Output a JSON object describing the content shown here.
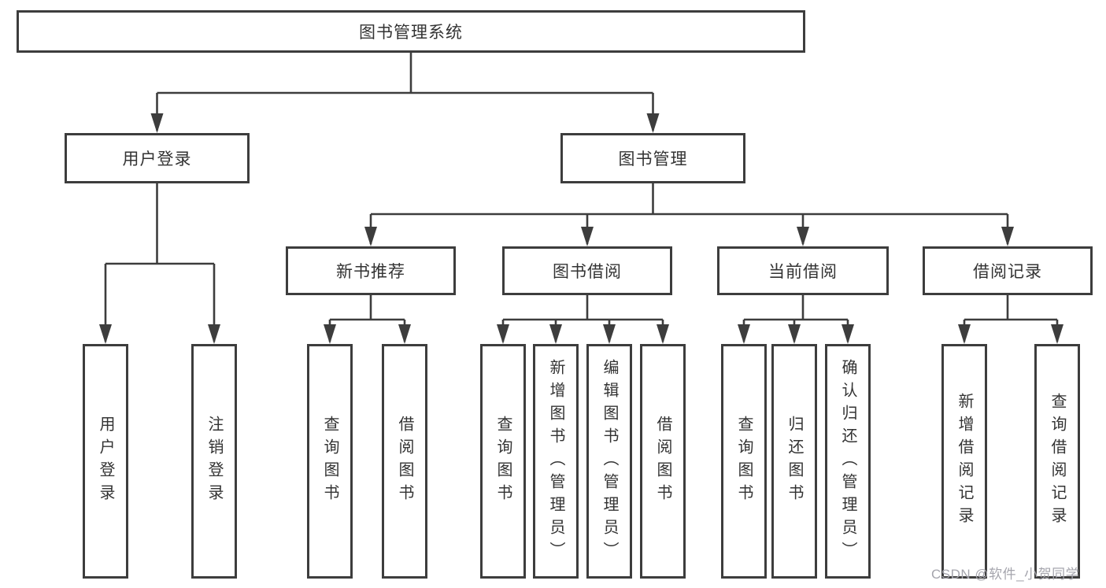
{
  "tree": {
    "root": {
      "label": "图书管理系统",
      "children": [
        {
          "label": "用户登录",
          "children": [
            {
              "label": "用户登录"
            },
            {
              "label": "注销登录"
            }
          ]
        },
        {
          "label": "图书管理",
          "children": [
            {
              "label": "新书推荐",
              "children": [
                {
                  "label": "查询图书"
                },
                {
                  "label": "借阅图书"
                }
              ]
            },
            {
              "label": "图书借阅",
              "children": [
                {
                  "label": "查询图书"
                },
                {
                  "label": "新增图书（管理员）"
                },
                {
                  "label": "编辑图书（管理员）"
                },
                {
                  "label": "借阅图书"
                }
              ]
            },
            {
              "label": "当前借阅",
              "children": [
                {
                  "label": "查询图书"
                },
                {
                  "label": "归还图书"
                },
                {
                  "label": "确认归还（管理员）"
                }
              ]
            },
            {
              "label": "借阅记录",
              "children": [
                {
                  "label": "新增借阅记录"
                },
                {
                  "label": "查询借阅记录"
                }
              ]
            }
          ]
        }
      ]
    }
  },
  "watermark": {
    "text": "CSDN @软件_小贺同学"
  },
  "colors": {
    "line": "#3d3d3d",
    "box_border": "#3d3d3d",
    "text": "#333333",
    "watermark": "#a5a5ad",
    "background": "#ffffff"
  }
}
